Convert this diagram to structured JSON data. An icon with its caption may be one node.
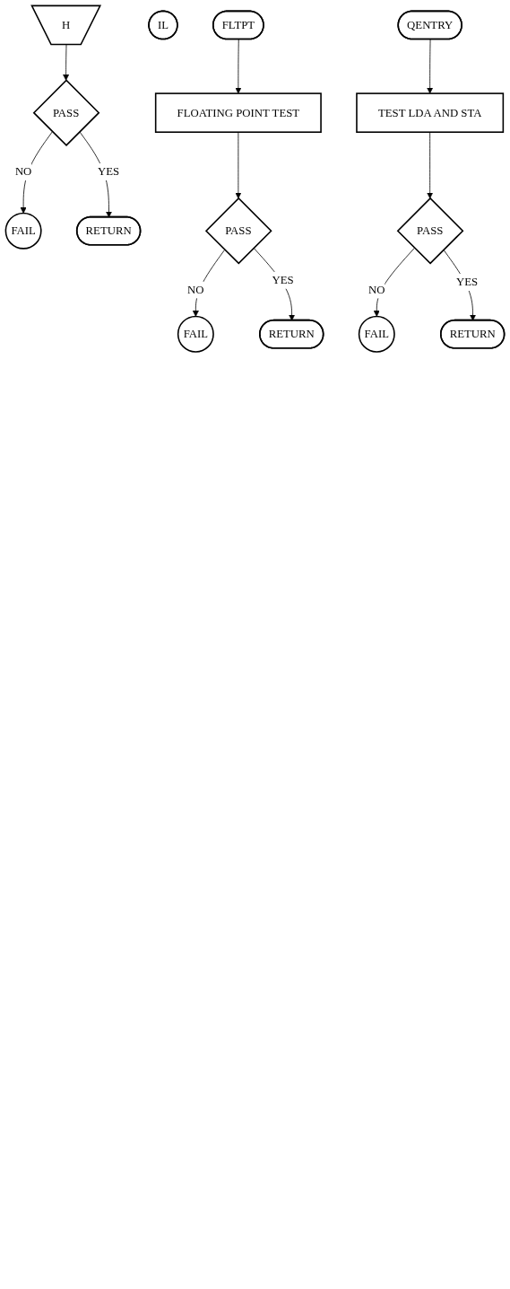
{
  "diagram": {
    "nodes": [
      {
        "text": [
          "H"
        ]
      },
      {
        "text": [
          "IL"
        ]
      },
      {
        "text": [
          "PASS"
        ]
      },
      {
        "text": [
          "FAIL"
        ]
      },
      {
        "text": [
          "RETURN"
        ]
      },
      {
        "text": [
          "FLTPT"
        ]
      },
      {
        "text": [
          "FLOATING POINT TEST"
        ]
      },
      {
        "text": [
          "PASS"
        ]
      },
      {
        "text": [
          "FAIL"
        ]
      },
      {
        "text": [
          "RETURN"
        ]
      },
      {
        "text": [
          "QENTRY"
        ]
      },
      {
        "text": [
          "TEST LDA AND STA"
        ]
      },
      {
        "text": [
          "PASS"
        ]
      },
      {
        "text": [
          "FAIL"
        ]
      },
      {
        "text": [
          "RETURN"
        ]
      }
    ],
    "edges": [
      {
        "from": 0,
        "to": 2,
        "arrow": "to"
      },
      {
        "from": 2,
        "to": 3,
        "arrow": "to",
        "label": "NO"
      },
      {
        "from": 2,
        "to": 4,
        "arrow": "to",
        "label": "YES"
      },
      {
        "from": 5,
        "to": 6,
        "arrow": "to"
      },
      {
        "from": 6,
        "to": 7,
        "arrow": "to"
      },
      {
        "from": 7,
        "to": 8,
        "arrow": "to",
        "label": "NO"
      },
      {
        "from": 7,
        "to": 9,
        "arrow": "to",
        "label": "YES"
      },
      {
        "from": 10,
        "to": 11,
        "arrow": "to"
      },
      {
        "from": 11,
        "to": 12,
        "arrow": "to"
      },
      {
        "from": 12,
        "to": 13,
        "arrow": "to",
        "label": "NO"
      },
      {
        "from": 12,
        "to": 14,
        "arrow": "to",
        "label": "YES"
      }
    ]
  }
}
